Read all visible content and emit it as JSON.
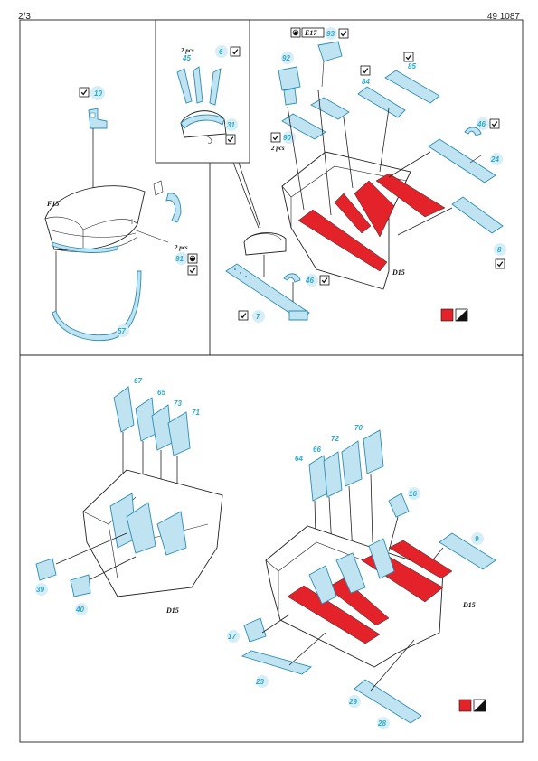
{
  "header": {
    "page": "2/3",
    "kit_number": "49 1087"
  },
  "colors": {
    "pe_fill": "#bfe3f1",
    "pe_stroke": "#2b8db5",
    "paint_red": "#e4222a",
    "label_blue": "#2aa9d6"
  },
  "icons": {
    "check": "check-icon",
    "bend": "bend-icon",
    "half_fill": "half-fill-swatch-icon"
  },
  "top_left": {
    "labels": {
      "p10": "10",
      "f15": "F15",
      "pcs2": "2 pcs",
      "p91": "91",
      "p57": "57"
    }
  },
  "top_middle": {
    "callout": {
      "pcs2": "2 pcs",
      "p45": "45",
      "p6": "6",
      "p31": "31"
    },
    "labels": {
      "p7": "7",
      "p46": "46"
    }
  },
  "top_right": {
    "labels": {
      "e17": "E17",
      "p93": "93",
      "p92": "92",
      "p90": "90",
      "pcs2": "2 pcs",
      "p84": "84",
      "p85": "85",
      "p46": "46",
      "p24": "24",
      "p8": "8",
      "d15": "D15"
    }
  },
  "bottom_left": {
    "labels": {
      "p67": "67",
      "p65": "65",
      "p73": "73",
      "p71": "71",
      "p39": "39",
      "p40": "40",
      "d15": "D15"
    }
  },
  "bottom_right": {
    "labels": {
      "p64": "64",
      "p66": "66",
      "p72": "72",
      "p70": "70",
      "p16": "16",
      "p9": "9",
      "d15": "D15",
      "p17": "17",
      "p23": "23",
      "p29": "29",
      "p28": "28"
    }
  }
}
